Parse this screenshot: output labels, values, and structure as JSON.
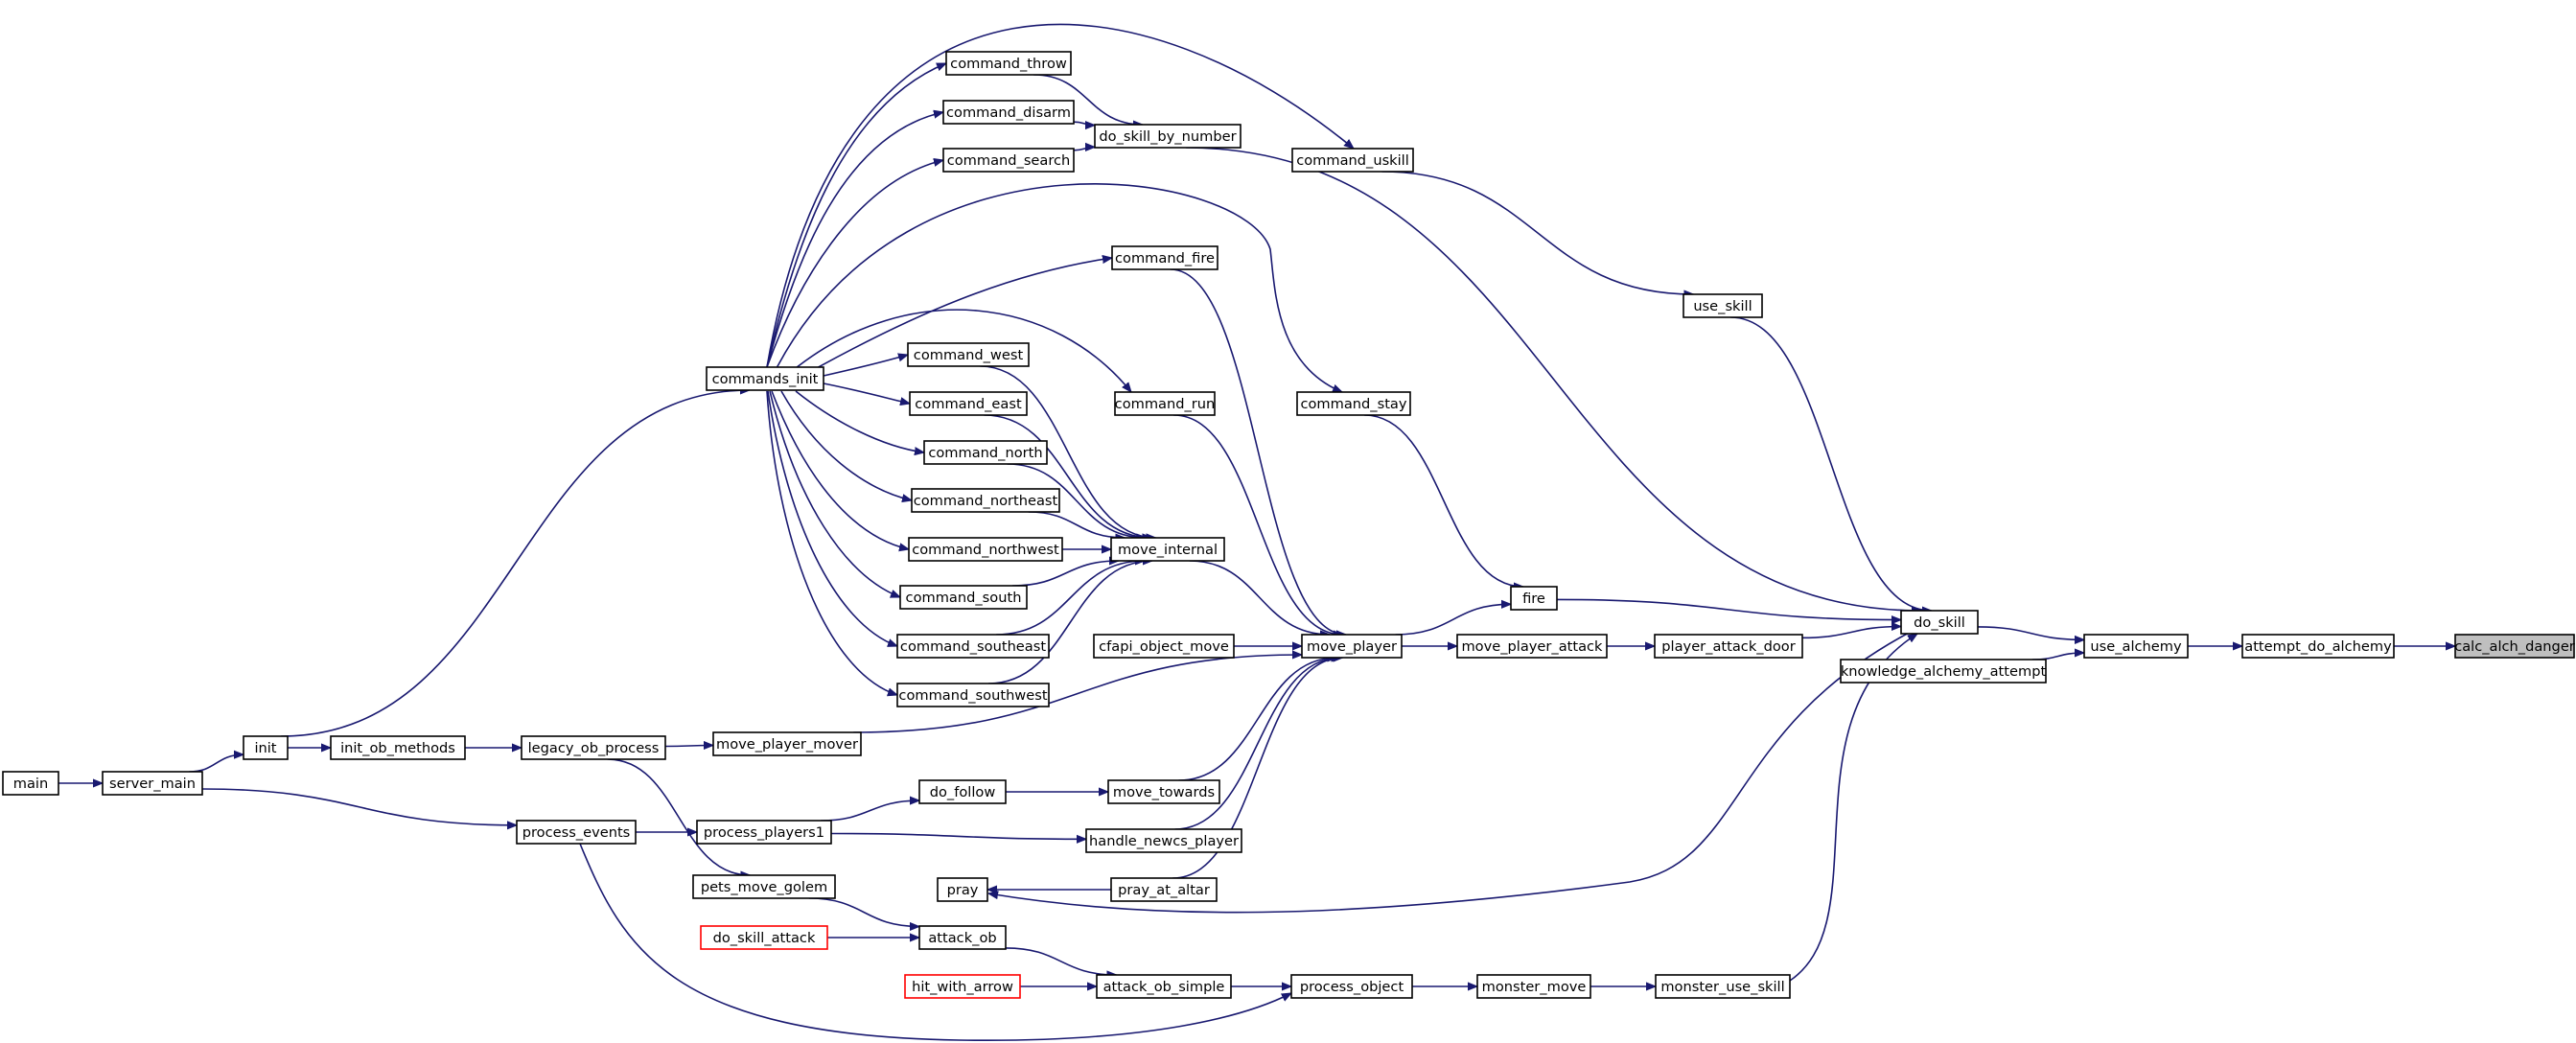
{
  "diagram": {
    "type": "call-graph",
    "edge_color": "#191970",
    "target_fill": "#bfbfbf",
    "link_border": "#000000",
    "external_border": "#ff0000",
    "nodes": [
      {
        "id": "calc_alch_danger",
        "label": "calc_alch_danger",
        "style": "target"
      },
      {
        "id": "attempt_do_alchemy",
        "label": "attempt_do_alchemy",
        "style": "normal"
      },
      {
        "id": "use_alchemy",
        "label": "use_alchemy",
        "style": "normal"
      },
      {
        "id": "do_skill",
        "label": "do_skill",
        "style": "normal"
      },
      {
        "id": "knowledge_alchemy_attempt",
        "label": "knowledge_alchemy_attempt",
        "style": "normal"
      },
      {
        "id": "command_uskill",
        "label": "command_uskill",
        "style": "normal"
      },
      {
        "id": "use_skill",
        "label": "use_skill",
        "style": "normal"
      },
      {
        "id": "do_skill_by_number",
        "label": "do_skill_by_number",
        "style": "normal"
      },
      {
        "id": "command_throw",
        "label": "command_throw",
        "style": "normal"
      },
      {
        "id": "command_disarm",
        "label": "command_disarm",
        "style": "normal"
      },
      {
        "id": "command_search",
        "label": "command_search",
        "style": "normal"
      },
      {
        "id": "command_fire",
        "label": "command_fire",
        "style": "normal"
      },
      {
        "id": "command_west",
        "label": "command_west",
        "style": "normal"
      },
      {
        "id": "command_east",
        "label": "command_east",
        "style": "normal"
      },
      {
        "id": "command_run",
        "label": "command_run",
        "style": "normal"
      },
      {
        "id": "command_stay",
        "label": "command_stay",
        "style": "normal"
      },
      {
        "id": "command_north",
        "label": "command_north",
        "style": "normal"
      },
      {
        "id": "command_northeast",
        "label": "command_northeast",
        "style": "normal"
      },
      {
        "id": "command_northwest",
        "label": "command_northwest",
        "style": "normal"
      },
      {
        "id": "move_internal",
        "label": "move_internal",
        "style": "normal"
      },
      {
        "id": "command_south",
        "label": "command_south",
        "style": "normal"
      },
      {
        "id": "fire",
        "label": "fire",
        "style": "normal"
      },
      {
        "id": "command_southeast",
        "label": "command_southeast",
        "style": "normal"
      },
      {
        "id": "cfapi_object_move",
        "label": "cfapi_object_move",
        "style": "normal"
      },
      {
        "id": "move_player",
        "label": "move_player",
        "style": "normal"
      },
      {
        "id": "move_player_attack",
        "label": "move_player_attack",
        "style": "normal"
      },
      {
        "id": "player_attack_door",
        "label": "player_attack_door",
        "style": "normal"
      },
      {
        "id": "command_southwest",
        "label": "command_southwest",
        "style": "normal"
      },
      {
        "id": "commands_init",
        "label": "commands_init",
        "style": "normal"
      },
      {
        "id": "init",
        "label": "init",
        "style": "normal"
      },
      {
        "id": "init_ob_methods",
        "label": "init_ob_methods",
        "style": "normal"
      },
      {
        "id": "legacy_ob_process",
        "label": "legacy_ob_process",
        "style": "normal"
      },
      {
        "id": "move_player_mover",
        "label": "move_player_mover",
        "style": "normal"
      },
      {
        "id": "main",
        "label": "main",
        "style": "normal"
      },
      {
        "id": "server_main",
        "label": "server_main",
        "style": "normal"
      },
      {
        "id": "do_follow",
        "label": "do_follow",
        "style": "normal"
      },
      {
        "id": "move_towards",
        "label": "move_towards",
        "style": "normal"
      },
      {
        "id": "process_events",
        "label": "process_events",
        "style": "normal"
      },
      {
        "id": "process_players1",
        "label": "process_players1",
        "style": "normal"
      },
      {
        "id": "handle_newcs_player",
        "label": "handle_newcs_player",
        "style": "normal"
      },
      {
        "id": "pets_move_golem",
        "label": "pets_move_golem",
        "style": "normal"
      },
      {
        "id": "pray",
        "label": "pray",
        "style": "normal"
      },
      {
        "id": "pray_at_altar",
        "label": "pray_at_altar",
        "style": "normal"
      },
      {
        "id": "do_skill_attack",
        "label": "do_skill_attack",
        "style": "external"
      },
      {
        "id": "attack_ob",
        "label": "attack_ob",
        "style": "normal"
      },
      {
        "id": "hit_with_arrow",
        "label": "hit_with_arrow",
        "style": "external"
      },
      {
        "id": "attack_ob_simple",
        "label": "attack_ob_simple",
        "style": "normal"
      },
      {
        "id": "process_object",
        "label": "process_object",
        "style": "normal"
      },
      {
        "id": "monster_move",
        "label": "monster_move",
        "style": "normal"
      },
      {
        "id": "monster_use_skill",
        "label": "monster_use_skill",
        "style": "normal"
      }
    ],
    "edges": [
      {
        "from": "attempt_do_alchemy",
        "to": "calc_alch_danger"
      },
      {
        "from": "use_alchemy",
        "to": "attempt_do_alchemy"
      },
      {
        "from": "do_skill",
        "to": "use_alchemy"
      },
      {
        "from": "knowledge_alchemy_attempt",
        "to": "use_alchemy"
      },
      {
        "from": "use_skill",
        "to": "do_skill"
      },
      {
        "from": "command_uskill",
        "to": "use_skill"
      },
      {
        "from": "commands_init",
        "to": "command_uskill"
      },
      {
        "from": "do_skill_by_number",
        "to": "do_skill"
      },
      {
        "from": "command_throw",
        "to": "do_skill_by_number"
      },
      {
        "from": "command_disarm",
        "to": "do_skill_by_number"
      },
      {
        "from": "command_search",
        "to": "do_skill_by_number"
      },
      {
        "from": "commands_init",
        "to": "command_throw"
      },
      {
        "from": "commands_init",
        "to": "command_disarm"
      },
      {
        "from": "commands_init",
        "to": "command_search"
      },
      {
        "from": "commands_init",
        "to": "command_fire"
      },
      {
        "from": "commands_init",
        "to": "command_west"
      },
      {
        "from": "commands_init",
        "to": "command_east"
      },
      {
        "from": "commands_init",
        "to": "command_run"
      },
      {
        "from": "commands_init",
        "to": "command_stay"
      },
      {
        "from": "commands_init",
        "to": "command_north"
      },
      {
        "from": "commands_init",
        "to": "command_northeast"
      },
      {
        "from": "commands_init",
        "to": "command_northwest"
      },
      {
        "from": "commands_init",
        "to": "command_south"
      },
      {
        "from": "commands_init",
        "to": "command_southeast"
      },
      {
        "from": "commands_init",
        "to": "command_southwest"
      },
      {
        "from": "command_west",
        "to": "move_internal"
      },
      {
        "from": "command_east",
        "to": "move_internal"
      },
      {
        "from": "command_north",
        "to": "move_internal"
      },
      {
        "from": "command_northeast",
        "to": "move_internal"
      },
      {
        "from": "command_northwest",
        "to": "move_internal"
      },
      {
        "from": "command_south",
        "to": "move_internal"
      },
      {
        "from": "command_southeast",
        "to": "move_internal"
      },
      {
        "from": "command_southwest",
        "to": "move_internal"
      },
      {
        "from": "move_internal",
        "to": "move_player"
      },
      {
        "from": "command_fire",
        "to": "move_player"
      },
      {
        "from": "command_run",
        "to": "move_player"
      },
      {
        "from": "command_stay",
        "to": "fire"
      },
      {
        "from": "move_player",
        "to": "fire"
      },
      {
        "from": "fire",
        "to": "do_skill"
      },
      {
        "from": "cfapi_object_move",
        "to": "move_player"
      },
      {
        "from": "move_player",
        "to": "move_player_attack"
      },
      {
        "from": "move_player_attack",
        "to": "player_attack_door"
      },
      {
        "from": "player_attack_door",
        "to": "do_skill"
      },
      {
        "from": "init",
        "to": "commands_init"
      },
      {
        "from": "init",
        "to": "init_ob_methods"
      },
      {
        "from": "init_ob_methods",
        "to": "legacy_ob_process"
      },
      {
        "from": "legacy_ob_process",
        "to": "move_player_mover"
      },
      {
        "from": "move_player_mover",
        "to": "move_player"
      },
      {
        "from": "main",
        "to": "server_main"
      },
      {
        "from": "server_main",
        "to": "init"
      },
      {
        "from": "server_main",
        "to": "process_events"
      },
      {
        "from": "process_events",
        "to": "process_players1"
      },
      {
        "from": "process_players1",
        "to": "do_follow"
      },
      {
        "from": "process_players1",
        "to": "handle_newcs_player"
      },
      {
        "from": "do_follow",
        "to": "move_towards"
      },
      {
        "from": "move_towards",
        "to": "move_player"
      },
      {
        "from": "handle_newcs_player",
        "to": "move_player"
      },
      {
        "from": "legacy_ob_process",
        "to": "pets_move_golem"
      },
      {
        "from": "pets_move_golem",
        "to": "attack_ob"
      },
      {
        "from": "do_skill",
        "to": "pray"
      },
      {
        "from": "pray_at_altar",
        "to": "pray"
      },
      {
        "from": "pray_at_altar",
        "to": "move_player"
      },
      {
        "from": "do_skill_attack",
        "to": "attack_ob"
      },
      {
        "from": "attack_ob",
        "to": "attack_ob_simple"
      },
      {
        "from": "hit_with_arrow",
        "to": "attack_ob_simple"
      },
      {
        "from": "attack_ob_simple",
        "to": "process_object"
      },
      {
        "from": "process_events",
        "to": "process_object"
      },
      {
        "from": "process_object",
        "to": "monster_move"
      },
      {
        "from": "monster_move",
        "to": "monster_use_skill"
      },
      {
        "from": "monster_use_skill",
        "to": "do_skill"
      }
    ]
  }
}
